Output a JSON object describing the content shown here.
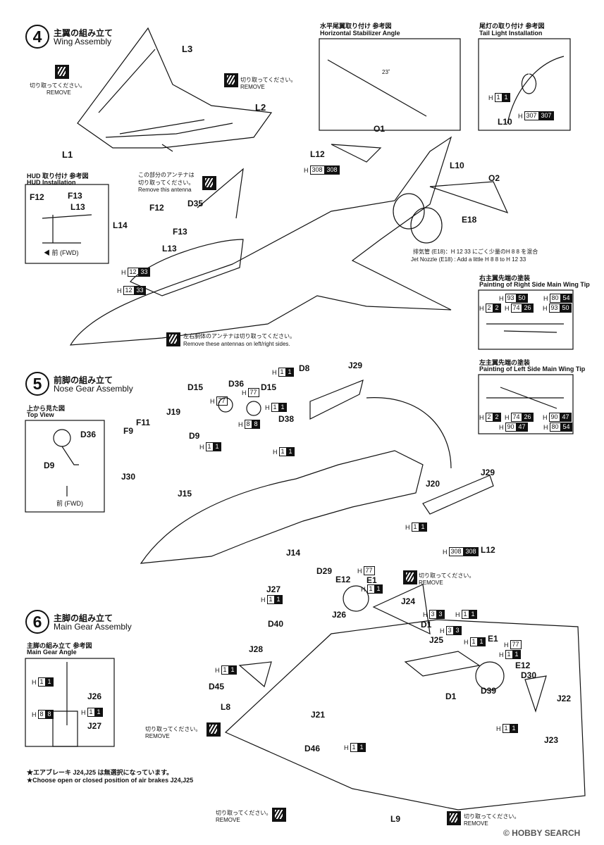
{
  "step4": {
    "number": "4",
    "title_jp": "主翼の組み立て",
    "title_en": "Wing Assembly"
  },
  "step5": {
    "number": "5",
    "title_jp": "前脚の組み立て",
    "title_en": "Nose Gear Assembly"
  },
  "step6": {
    "number": "6",
    "title_jp": "主脚の組み立て",
    "title_en": "Main Gear Assembly"
  },
  "remove": {
    "jp": "切り取ってください。",
    "en": "REMOVE"
  },
  "remove_antenna": {
    "jp": "この部分のアンテナは",
    "jp2": "切り取ってください。",
    "en": "Remove this antenna"
  },
  "remove_antennas": {
    "jp": "左右胴体のアンテナは切り取ってください。",
    "en": "Remove these antennas on left/right sides."
  },
  "h_stab": {
    "jp": "水平尾翼取り付け 参考図",
    "en": "Horizontal Stabilizer Angle",
    "angle": "23˚"
  },
  "tail_light": {
    "jp": "尾灯の取り付け 参考図",
    "en": "Tail Light Installation"
  },
  "hud": {
    "jp": "HUD 取り付け 参考図",
    "en": "HUD Installation",
    "fwd": "前 (FWD)"
  },
  "jet_nozzle": {
    "jp": "排気管 (E18)：H 12 33 にごく少量のH 8 8 を混合",
    "en": "Jet Nozzle (E18) : Add a little H 8 8 to H 12 33"
  },
  "right_tip": {
    "jp": "右主翼先端の塗装",
    "en": "Painting of Right Side Main Wing Tip"
  },
  "left_tip": {
    "jp": "左主翼先端の塗装",
    "en": "Painting of Left Side Main Wing Tip"
  },
  "top_view": {
    "jp": "上から見た図",
    "en": "Top View",
    "fwd": "前 (FWD)"
  },
  "main_gear_angle": {
    "jp": "主脚の組み立て 参考図",
    "en": "Main Gear Angle"
  },
  "air_brake": {
    "jp": "★エアブレーキ J24,J25 は無選択になっています。",
    "en": "★Choose open or closed position of air brakes J24,J25"
  },
  "parts": {
    "L1": "L1",
    "L2": "L2",
    "L3": "L3",
    "L8": "L8",
    "L9": "L9",
    "L10": "L10",
    "L12": "L12",
    "L13": "L13",
    "L14": "L14",
    "O1": "O1",
    "O2": "O2",
    "E1": "E1",
    "E12": "E12",
    "E18": "E18",
    "F9": "F9",
    "F11": "F11",
    "F12": "F12",
    "F13": "F13",
    "D1": "D1",
    "D8": "D8",
    "D9": "D9",
    "D15": "D15",
    "D29": "D29",
    "D30": "D30",
    "D35": "D35",
    "D36": "D36",
    "D38": "D38",
    "D39": "D39",
    "D40": "D40",
    "D45": "D45",
    "D46": "D46",
    "J14": "J14",
    "J15": "J15",
    "J19": "J19",
    "J20": "J20",
    "J21": "J21",
    "J22": "J22",
    "J23": "J23",
    "J24": "J24",
    "J25": "J25",
    "J26": "J26",
    "J27": "J27",
    "J28": "J28",
    "J29": "J29",
    "J30": "J30"
  },
  "paints": {
    "h1": {
      "h": "H",
      "a": "1",
      "b": "1"
    },
    "h2": {
      "h": "H",
      "a": "2",
      "b": "2"
    },
    "h8": {
      "h": "H",
      "a": "8",
      "b": "8"
    },
    "h12": {
      "h": "H",
      "a": "12",
      "b": "33"
    },
    "h74": {
      "h": "H",
      "a": "74",
      "b": "26"
    },
    "h77": {
      "h": "H",
      "a": "77"
    },
    "h80": {
      "h": "H",
      "a": "80",
      "b": "54"
    },
    "h90": {
      "h": "H",
      "a": "90",
      "b": "47"
    },
    "h93": {
      "h": "H",
      "a": "93",
      "b": "50"
    },
    "h307": {
      "h": "H",
      "a": "307",
      "b": "307"
    },
    "h308": {
      "h": "H",
      "a": "308",
      "b": "308"
    }
  },
  "watermark": "© HOBBY SEARCH"
}
